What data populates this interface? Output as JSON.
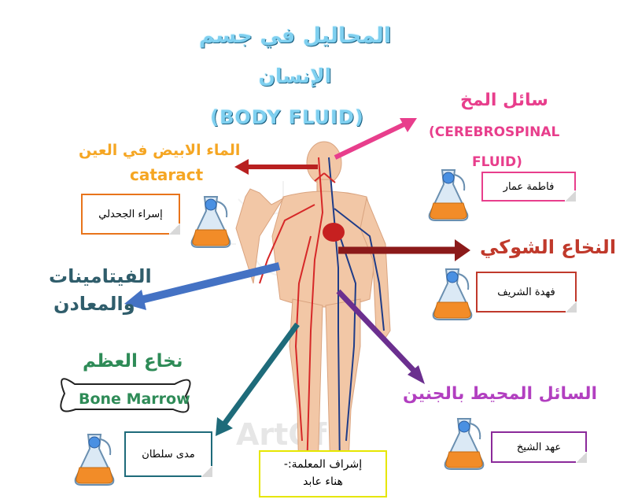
{
  "title": {
    "line1": "المحاليل في جسم",
    "line2": "الإنسان",
    "line3": "(BODY FLUID)"
  },
  "labels": {
    "cataract_ar": "الماء الابيض في العين",
    "cataract_en": "cataract",
    "csf_ar": "سائل المخ",
    "csf_en1": "(CEREBROSPINAL",
    "csf_en2": "FLUID)",
    "spinal_ar": "النخاع الشوكي",
    "vitamins_ar1": "الفيتامينات",
    "vitamins_ar2": "والمعادن",
    "marrow_ar": "نخاع العظم",
    "marrow_en": "Bone Marrow",
    "amniotic_ar": "السائل المحيط بالجنين"
  },
  "names": {
    "israa": "إسراء الجحدلي",
    "fatima": "فاطمة عمار",
    "fahda": "فهدة الشريف",
    "mada": "مدى سلطان",
    "ahd": "عهد الشيخ"
  },
  "supervisor": {
    "line1": "إشراف المعلمة:-",
    "line2": "هناء عابد"
  },
  "watermark": "ArtOf",
  "colors": {
    "title": "#7fd0f0",
    "cataract": "#f5a623",
    "csf": "#e83e8c",
    "spinal": "#c0392b",
    "vitamins": "#2f5d6b",
    "marrow": "#2e8b57",
    "amniotic": "#b23fc0",
    "artery": "#d62828",
    "vein": "#1f3c88"
  }
}
